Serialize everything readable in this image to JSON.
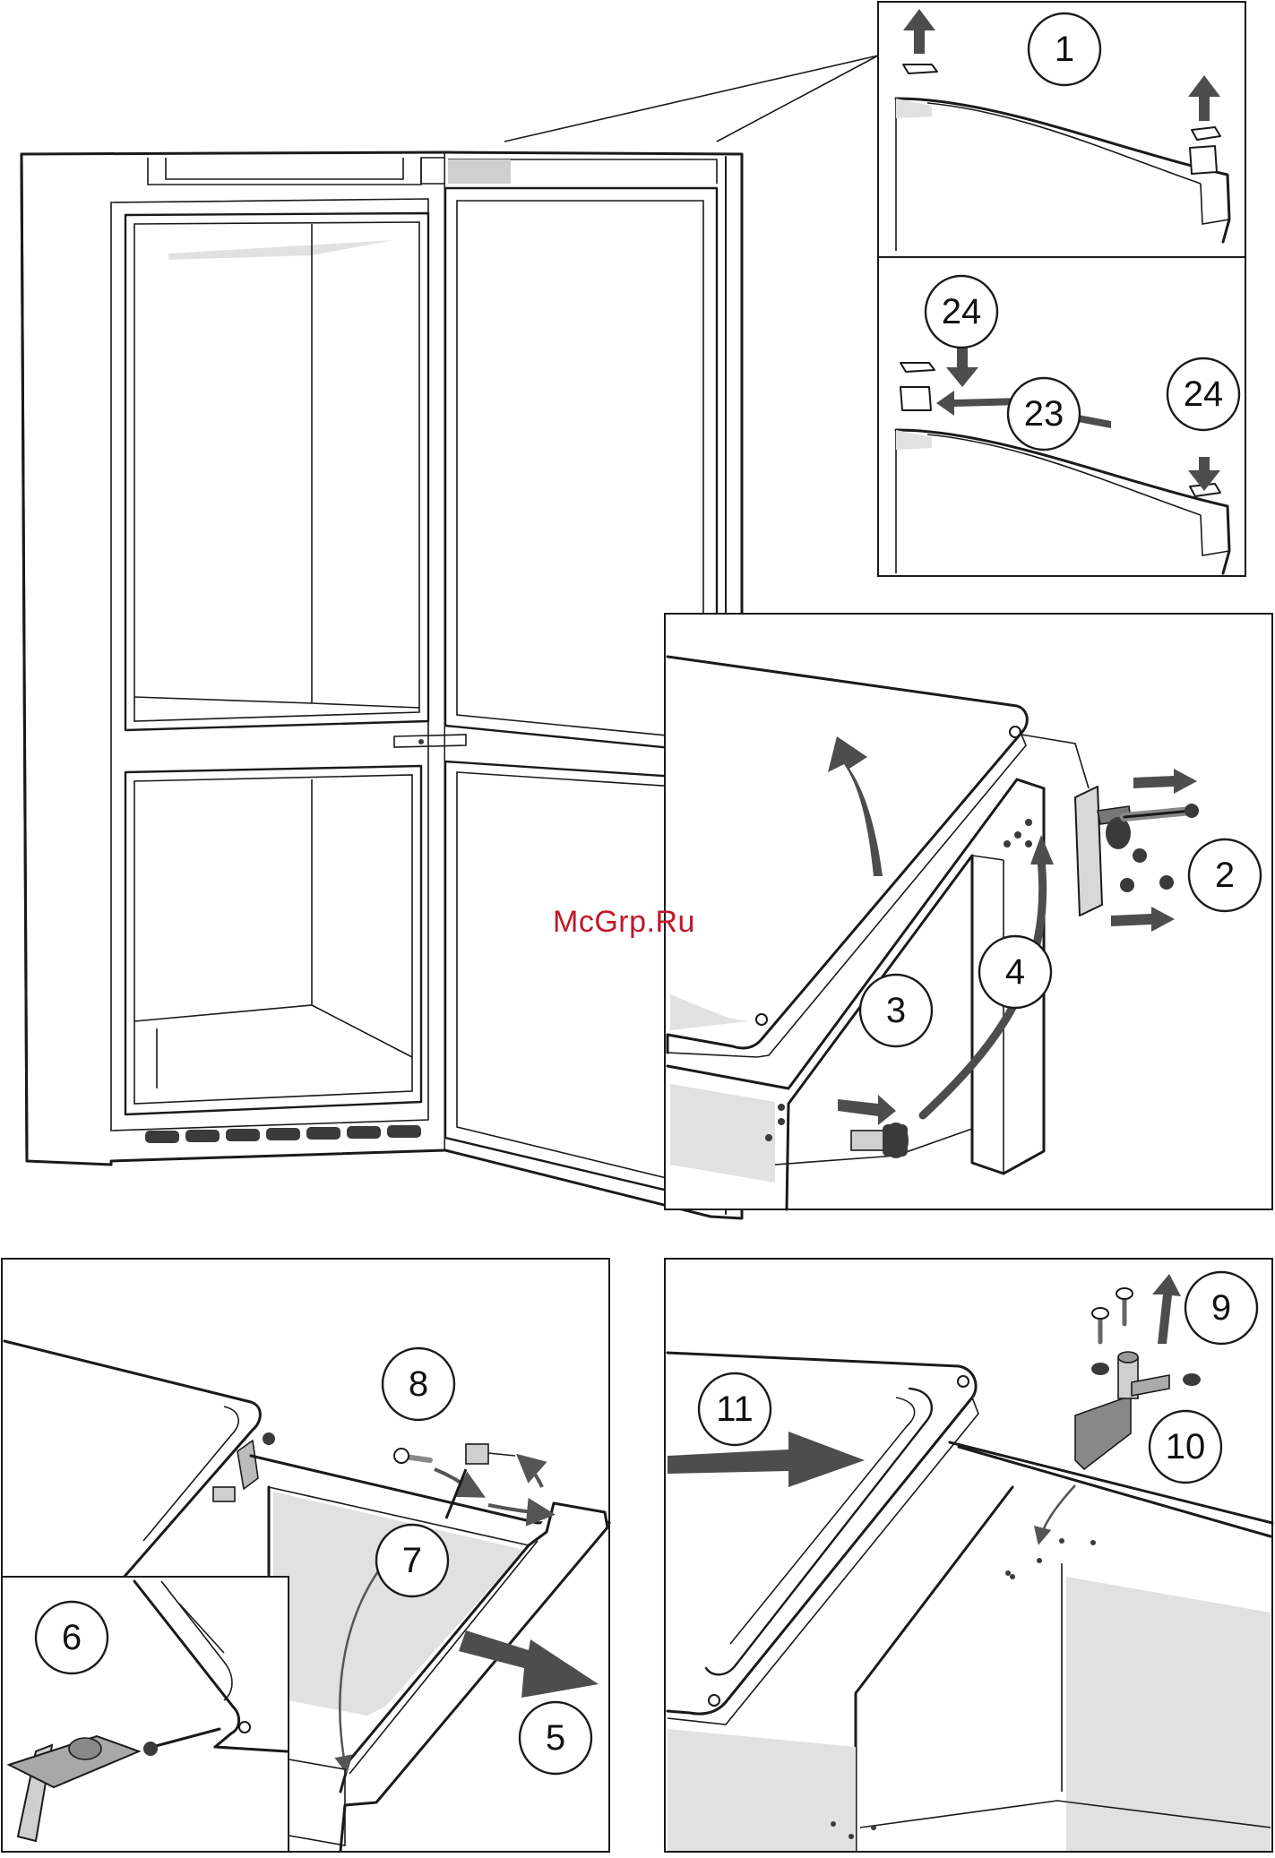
{
  "watermark": "McGrp.Ru",
  "callouts": {
    "c1": "1",
    "c2": "2",
    "c3": "3",
    "c4": "4",
    "c5": "5",
    "c6": "6",
    "c7": "7",
    "c8": "8",
    "c9": "9",
    "c10": "10",
    "c11": "11",
    "c23": "23",
    "c24a": "24",
    "c24b": "24"
  },
  "colors": {
    "line": "#1a1a1a",
    "arrow": "#4d4d4d",
    "shade": "#e1e1e1",
    "watermark": "#c0182a"
  }
}
